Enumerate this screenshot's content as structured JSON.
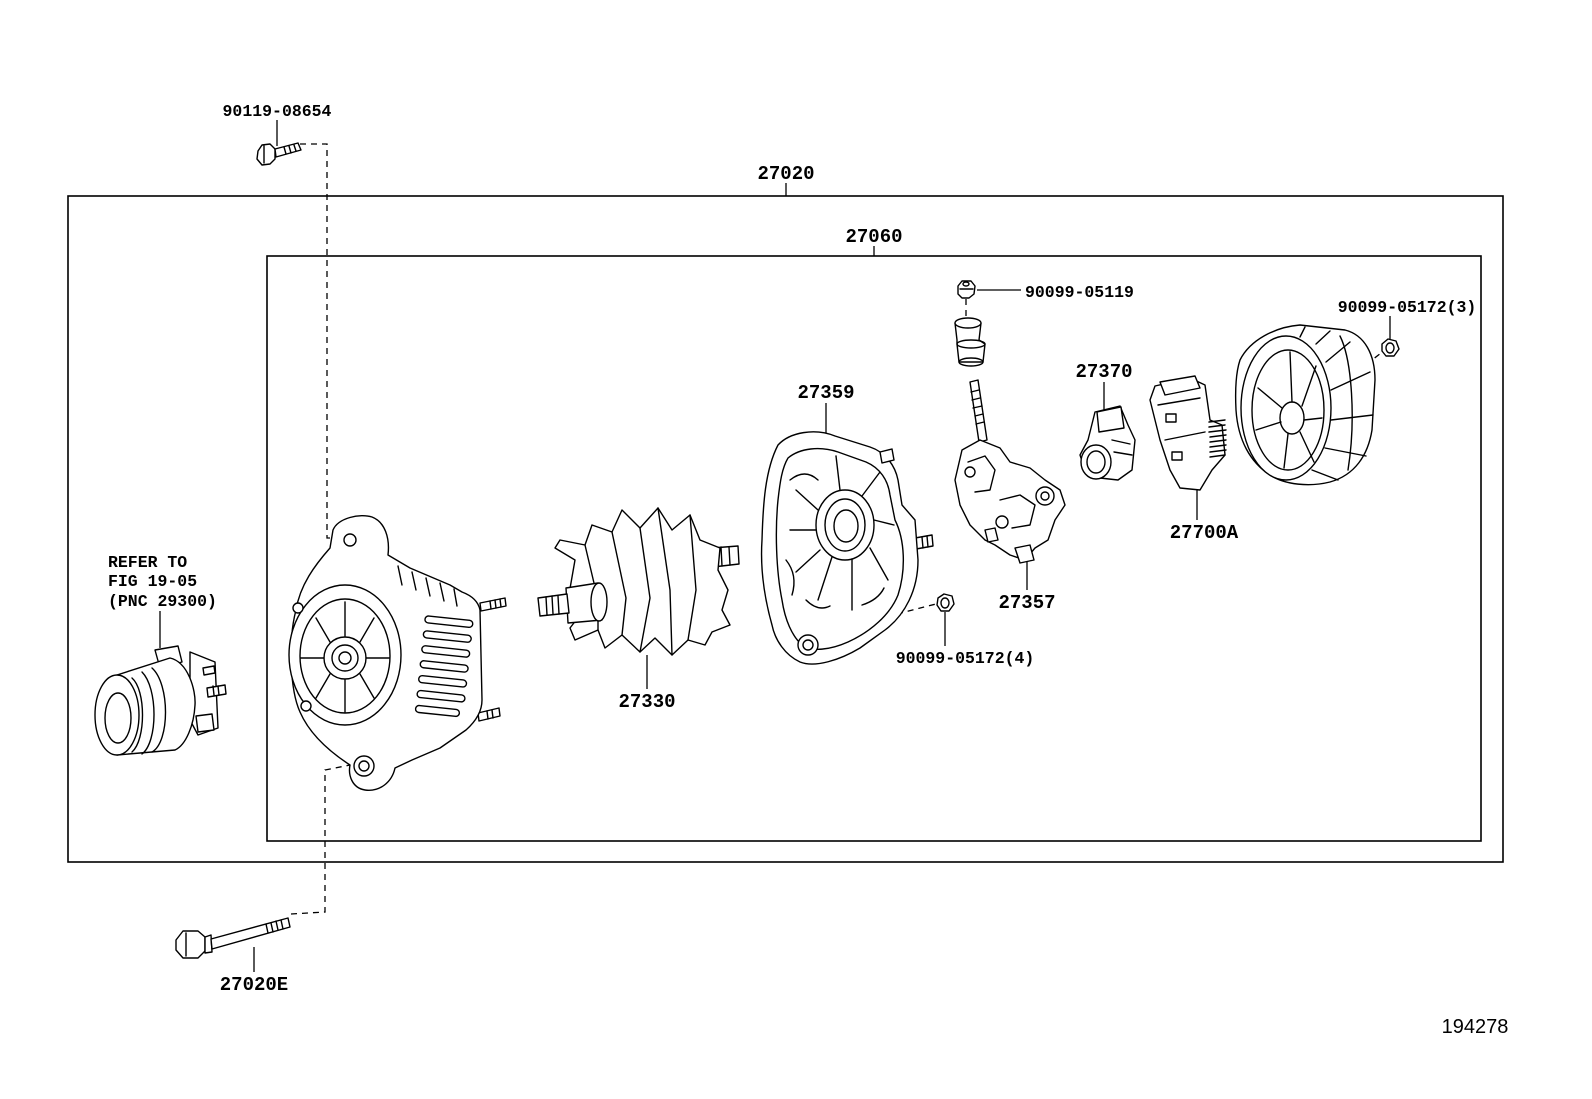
{
  "figure_number": "194278",
  "assemblies": {
    "outer": "27020",
    "inner": "27060"
  },
  "parts": {
    "bolt_top": "90119-08654",
    "bolt_bottom": "27020E",
    "rotor": "27330",
    "rectifier_end_frame": "27359",
    "brush_holder": "27357",
    "terminal_insulator": "27370",
    "regulator": "27700A",
    "terminal_nut": "90099-05119",
    "cover_nut": "90099-05172(3)",
    "frame_nut": "90099-05172(4)"
  },
  "reference_note": [
    "REFER TO",
    "FIG 19-05",
    "(PNC 29300)"
  ]
}
